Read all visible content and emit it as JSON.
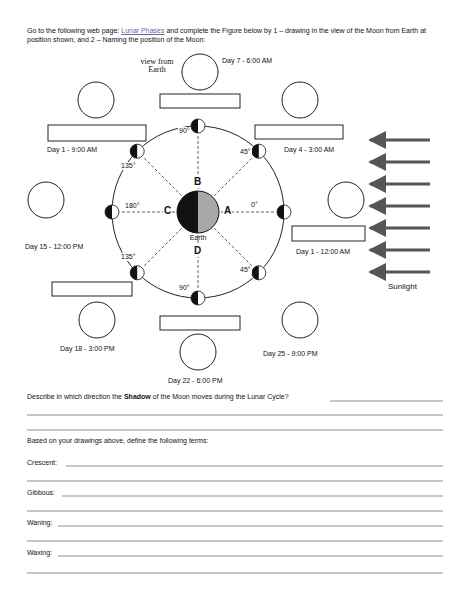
{
  "diagram": {
    "nodes": [
      {
        "text": [
          "Earth"
        ]
      }
    ],
    "labels": [
      "Go to the following web page:",
      "Lunar Phases",
      "and complete the Figure below by 1 – drawing in the view of the Moon from Earth at position shown, and 2 – Naming the position of the Moon:",
      "view from Earth",
      "Day 7 - 6:00 AM",
      "Day 1 - 9:00 AM",
      "Day 4 - 3:00 AM",
      "Day 15 - 12:00 PM",
      "Day 1 - 12:00 AM",
      "Day 18 - 3:00 PM",
      "Day 25 - 9:00 PM",
      "Day 22 - 6:00 PM",
      "90°",
      "45°",
      "135°",
      "180°",
      "0°",
      "135°",
      "45°",
      "90°",
      "B",
      "C",
      "A",
      "D",
      "Sunlight",
      "Describe in which direction the",
      "Shadow",
      "of the Moon moves during the Lunar Cycle?",
      "Based on your drawings above, define the following terms:",
      "Crescent:",
      "Gibbous:",
      "Waning:",
      "Waxing:"
    ]
  }
}
